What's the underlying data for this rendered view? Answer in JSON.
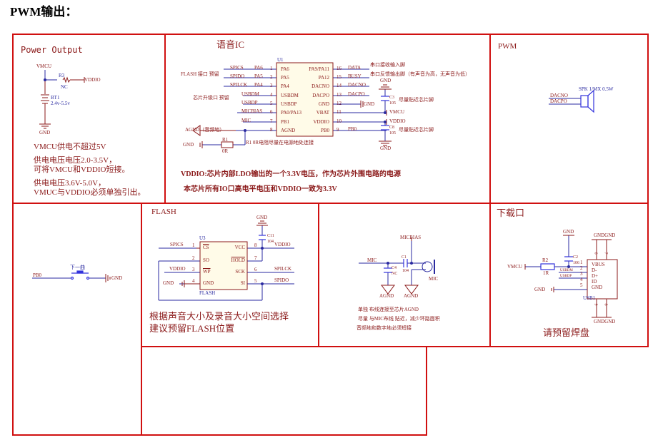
{
  "heading": "PWM输出：",
  "power": {
    "title": "Power Output",
    "vmcu": "VMCU",
    "r3": "R3",
    "nc": "NC",
    "vddio": "VDDIO",
    "bt1": "BT1",
    "bt_range": "2.4v-5.5v",
    "gnd": "GND",
    "note1": "VMCU供电不超过5V",
    "note2a": "供电电压电压2.0-3.5V，",
    "note2b": "可将VMCU和VDDIO短接。",
    "note3a": "供电电压3.6V-5.0V，",
    "note3b": "VMUC与VDDIO必须单独引出。"
  },
  "voice": {
    "title": "语音IC",
    "ref": "U1",
    "left_pins": [
      {
        "net": "SPICS",
        "port": "PA6",
        "num": "1",
        "name": "PA6"
      },
      {
        "net": "SPIDO",
        "port": "PA5",
        "num": "2",
        "name": "PA5"
      },
      {
        "net": "SPILCK",
        "port": "PA4",
        "num": "3",
        "name": "PA4"
      },
      {
        "net": "USBDM",
        "port": "",
        "num": "4",
        "name": "USBDM"
      },
      {
        "net": "USBDP",
        "port": "",
        "num": "5",
        "name": "USBDP"
      },
      {
        "net": "MICBIAS",
        "port": "",
        "num": "6",
        "name": "PA0/PA13"
      },
      {
        "net": "MIC",
        "port": "",
        "num": "7",
        "name": "PB1"
      },
      {
        "net": "",
        "port": "",
        "num": "8",
        "name": "AGND"
      }
    ],
    "right_pins": [
      {
        "name": "PA9/PA11",
        "num": "16",
        "net": "DATA"
      },
      {
        "name": "PA12",
        "num": "15",
        "net": "BUSY"
      },
      {
        "name": "DACNO",
        "num": "14",
        "net": "DACNO"
      },
      {
        "name": "DACPO",
        "num": "13",
        "net": "DACPO"
      },
      {
        "name": "GND",
        "num": "12",
        "net": "GND"
      },
      {
        "name": "VBAT",
        "num": "11",
        "net": "VMCU"
      },
      {
        "name": "VDDIO",
        "num": "10",
        "net": "VDDIO"
      },
      {
        "name": "PB0",
        "num": "9",
        "net": "PB0"
      }
    ],
    "flash_note": "FLASH 接口 预留",
    "upgrade_note": "芯片升级口 预留",
    "agnd_label": "AGND（音频地）",
    "gnd": "GND",
    "r1": "R1",
    "r1_val": "0R",
    "r1_note": "R1 0R电阻尽量在电源地处连接",
    "data_note": "串口接收输入脚",
    "busy_note": "串口反馈输出脚（有声音为高，无声音为低）",
    "c3": "C3",
    "c3_val": "105",
    "c8": "C8",
    "c8_val": "105",
    "cap_note": "尽量贴近芯片脚",
    "vddio_note1": "VDDIO:芯片内部LDO输出的一个3.3V电压，作为芯片外围电路的电源",
    "vddio_note2": "本芯片所有IO口高电平电压和VDDIO一致为3.3V"
  },
  "pwm": {
    "title": "PWM",
    "spk": "SPK 1/MX 0.5W",
    "dacno": "DACNO",
    "dacpo": "DACPO"
  },
  "button": {
    "pb0": "PB0",
    "label": "下一曲",
    "gnd": "GND"
  },
  "flash": {
    "title": "FLASH",
    "ref": "U3",
    "part": "FLASH",
    "gnd": "GND",
    "c11": "C11",
    "c11_val": "104",
    "pins": [
      {
        "num": "1",
        "name": "CS",
        "net": "SPICS"
      },
      {
        "num": "2",
        "name": "SO",
        "net": ""
      },
      {
        "num": "3",
        "name": "WP",
        "net": "VDDIO"
      },
      {
        "num": "4",
        "name": "GND",
        "net": "GND"
      },
      {
        "num": "8",
        "name": "VCC",
        "net": "VDDIO"
      },
      {
        "num": "7",
        "name": "HOLD",
        "net": ""
      },
      {
        "num": "6",
        "name": "SCK",
        "net": "SPILCK"
      },
      {
        "num": "5",
        "name": "SI",
        "net": "SPIDO"
      }
    ],
    "note1": "根据声音大小及录音大小空间选择",
    "note2": "建议预留FLASH位置"
  },
  "mic": {
    "micbias": "MICBIAS",
    "mic_net": "MIC",
    "c1": "C1",
    "c1_val": "104",
    "c4": "C4",
    "c4_val": "NC",
    "agnd": "AGND",
    "mic_label": "MIC",
    "note1": "单独 布线连接至芯片AGND",
    "note2": "尽量 与MIC布线 贴近，减少环路面积",
    "note3": "音频地和数字地必须短接"
  },
  "download": {
    "title": "下载口",
    "gnd": "GND",
    "c2": "C2",
    "c2_val": "106",
    "vmcu": "VMCU",
    "r2": "R2",
    "r2_val": "1R",
    "usbdm": "USBDM",
    "usbdp": "USBDP",
    "ref": "USB1",
    "gndgnd": "GNDGND",
    "pins": [
      {
        "num": "1",
        "name": "VBUS"
      },
      {
        "num": "2",
        "name": "D-"
      },
      {
        "num": "3",
        "name": "D+"
      },
      {
        "num": "4",
        "name": "ID"
      },
      {
        "num": "5",
        "name": "GND"
      }
    ],
    "mount_pins": [
      "6",
      "7",
      "9",
      "8"
    ],
    "note": "请预留焊盘"
  }
}
